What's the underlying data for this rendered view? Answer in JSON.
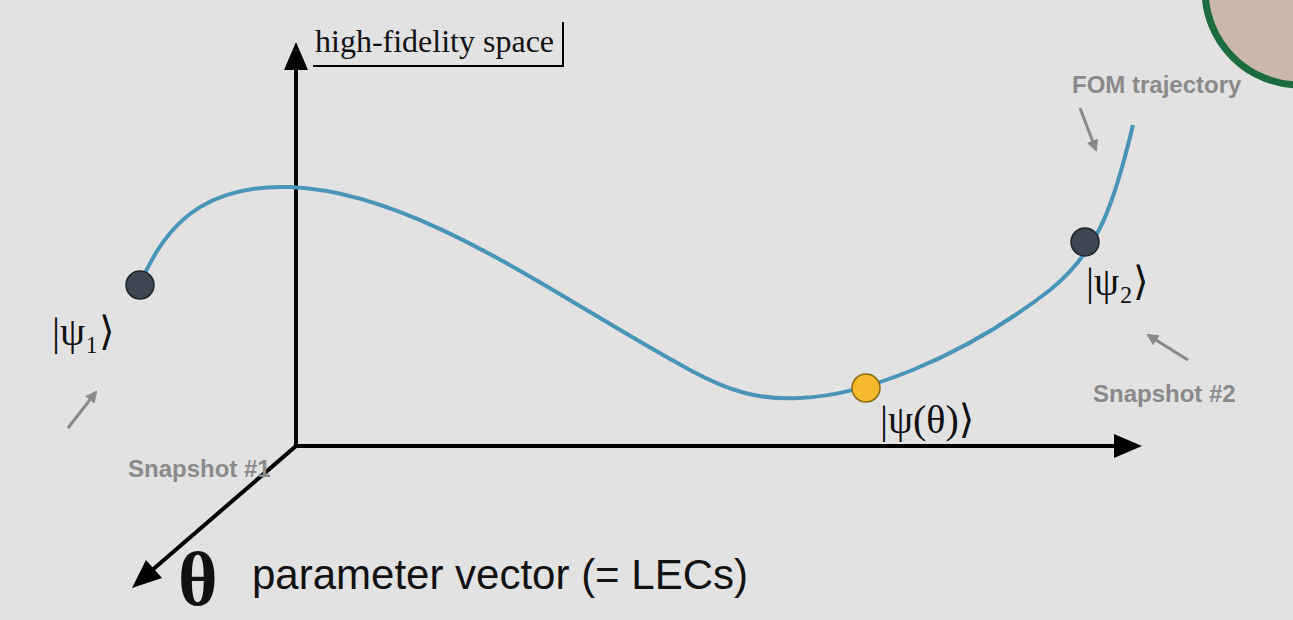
{
  "diagram": {
    "labels": [
      "high-fidelity space",
      "FOM trajectory",
      "|ψ₁⟩",
      "Snapshot #1",
      "|ψ₂⟩",
      "Snapshot #2",
      "|ψ(θ)⟩",
      "θ",
      "parameter vector (= LECs)"
    ]
  }
}
